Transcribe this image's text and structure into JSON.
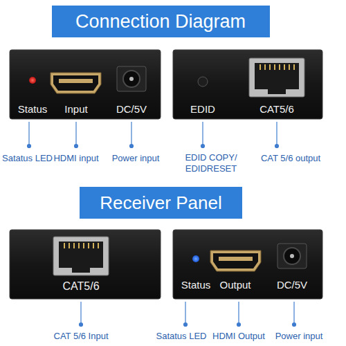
{
  "diagram": {
    "title": "Connection Diagram",
    "nodes": [
      {
        "text": [
          "Status",
          "Input",
          "DC/5V"
        ]
      },
      {
        "text": [
          "EDID",
          "CAT5/6"
        ]
      },
      {
        "text": [
          "Receiver Panel"
        ]
      },
      {
        "text": [
          "CAT5/6"
        ]
      },
      {
        "text": [
          "Status",
          "Output",
          "DC/5V"
        ]
      }
    ],
    "labels": [
      "Satatus LED",
      "HDMI input",
      "Power input",
      "EDID COPY/ EDIDRESET",
      "CAT 5/6 output",
      "CAT 5/6 Input",
      "Satatus LED",
      "HDMI Output",
      "Power input"
    ]
  }
}
